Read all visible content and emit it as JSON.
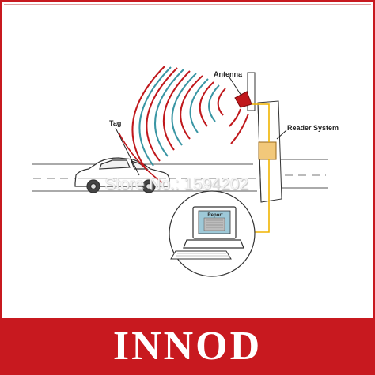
{
  "labels": {
    "antenna": "Antenna",
    "tag": "Tag",
    "reader": "Reader System",
    "report": "Report"
  },
  "watermark": "Store No.: 1594202",
  "brand": "INNOD",
  "colors": {
    "frame": "#c8191f",
    "banner": "#c8191f",
    "wave_red": "#c0181c",
    "wave_teal": "#3a96a4",
    "cable": "#f0b400",
    "reader_box": "#f2c87a"
  }
}
